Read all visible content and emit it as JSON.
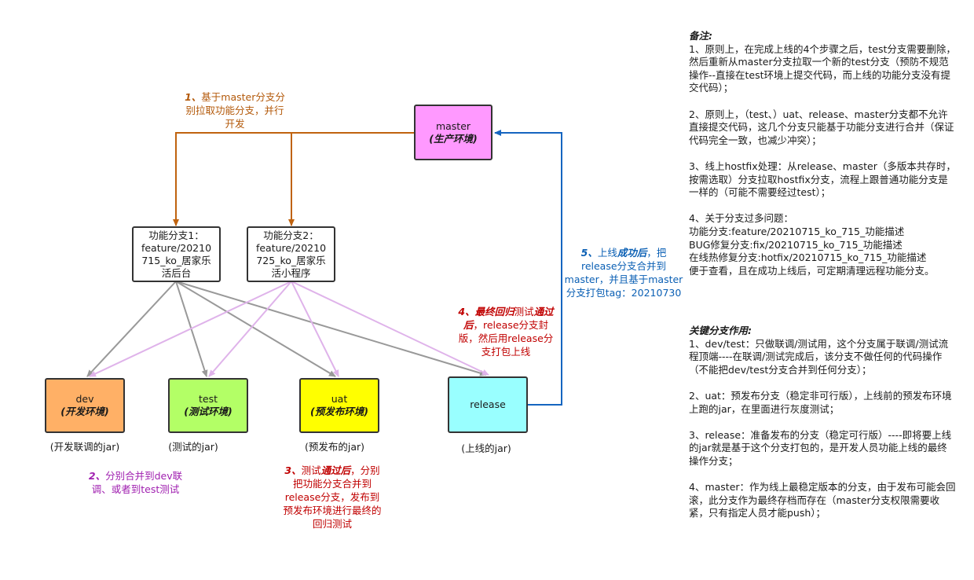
{
  "nodes": {
    "master": {
      "name": "master",
      "sub": "(生产环境)",
      "color": "#ff99ff"
    },
    "feature1": {
      "lines": [
        "功能分支1：",
        "feature/20210",
        "715_ko_居家乐",
        "活后台"
      ]
    },
    "feature2": {
      "lines": [
        "功能分支2：",
        "feature/20210",
        "725_ko_居家乐",
        "活小程序"
      ]
    },
    "dev": {
      "name": "dev",
      "sub": "(开发环境)",
      "color": "#ffb066",
      "caption": "(开发联调的jar)"
    },
    "test": {
      "name": "test",
      "sub": "(测试环境)",
      "color": "#b3ff66",
      "caption": "(测试的jar)"
    },
    "uat": {
      "name": "uat",
      "sub": "(预发布环境)",
      "color": "#ffff00",
      "caption": "(预发布的jar)"
    },
    "release": {
      "name": "release",
      "color": "#99ffff",
      "caption": "(上线的jar)"
    }
  },
  "steps": {
    "step1": {
      "num": "1、",
      "text": "基于master分支分别拉取功能分支，并行开发",
      "color": "#b3590a"
    },
    "step2": {
      "num": "2、",
      "text": "分别合并到dev联调、或者到test测试",
      "color": "#a020b0"
    },
    "step3": {
      "num": "3、",
      "pre": "测试",
      "em": "通过后",
      "text": "，分别把功能分支合并到release分支，发布到预发布环境进行最终的回归测试",
      "color": "#c00000"
    },
    "step4": {
      "num": "4、",
      "em": "最终回归",
      "mid": "测试",
      "em2": "通过后",
      "text": "，release分支封版，然后用release分支打包上线",
      "color": "#c00000"
    },
    "step5": {
      "num": "5、",
      "pre": "上线",
      "em": "成功后",
      "text": "，把release分支合并到master，并且基于master分支打包tag：20210730",
      "color": "#0a5fb4"
    }
  },
  "edge_colors": {
    "pull": "#c0630f",
    "merge_f1": "#999999",
    "merge_f2": "#dfb3ea",
    "deploy": "#1565c0"
  },
  "remarks": {
    "title": "备注:",
    "items": [
      "1、原则上，在完成上线的4个步骤之后，test分支需要删除，然后重新从master分支拉取一个新的test分支（预防不规范操作--直接在test环境上提交代码，而上线的功能分支没有提交代码）；",
      "2、原则上，（test、）uat、release、master分支都不允许直接提交代码，这几个分支只能基于功能分支进行合并（保证代码完全一致，也减少冲突）；",
      "3、线上hostfix处理：从release、master（多版本共存时，按需选取）分支拉取hostfix分支，流程上跟普通功能分支是一样的（可能不需要经过test）；",
      "4、关于分支过多问题：\n功能分支:feature/20210715_ko_715_功能描述\nBUG修复分支:fix/20210715_ko_715_功能描述\n在线热修复分支:hotfix/20210715_ko_715_功能描述\n便于查看，且在成功上线后，可定期清理远程功能分支。"
    ]
  },
  "key_branches": {
    "title": "关键分支作用:",
    "items": [
      "1、dev/test：只做联调/测试用，这个分支属于联调/测试流程顶端----在联调/测试完成后，该分支不做任何的代码操作（不能把dev/test分支合并到任何分支）；",
      "2、uat：预发布分支（稳定非可行版），上线前的预发布环境上跑的jar，在里面进行灰度测试；",
      "3、release：准备发布的分支（稳定可行版）----即将要上线的jar就是基于这个分支打包的，是开发人员功能上线的最终操作分支；",
      "4、master：作为线上最稳定版本的分支，由于发布可能会回滚，此分支作为最终存档而存在（master分支权限需要收紧，只有指定人员才能push）；"
    ]
  }
}
